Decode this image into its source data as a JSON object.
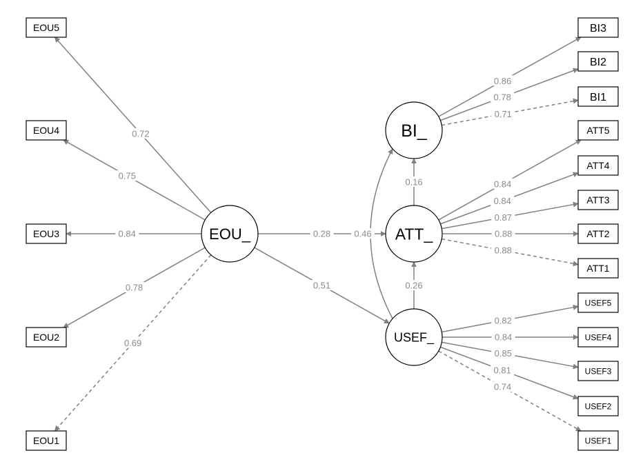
{
  "colors": {
    "edge": "#808080",
    "label": "#8a8a8a",
    "node_stroke": "#000000",
    "background": "#ffffff"
  },
  "latents": [
    {
      "id": "EOU_",
      "label": "EOU_"
    },
    {
      "id": "BI_",
      "label": "BI_"
    },
    {
      "id": "ATT_",
      "label": "ATT_"
    },
    {
      "id": "USEF_",
      "label": "USEF_"
    }
  ],
  "indicators": [
    {
      "id": "EOU5",
      "label": "EOU5"
    },
    {
      "id": "EOU4",
      "label": "EOU4"
    },
    {
      "id": "EOU3",
      "label": "EOU3"
    },
    {
      "id": "EOU2",
      "label": "EOU2"
    },
    {
      "id": "EOU1",
      "label": "EOU1"
    },
    {
      "id": "BI3",
      "label": "BI3"
    },
    {
      "id": "BI2",
      "label": "BI2"
    },
    {
      "id": "BI1",
      "label": "BI1"
    },
    {
      "id": "ATT5",
      "label": "ATT5"
    },
    {
      "id": "ATT4",
      "label": "ATT4"
    },
    {
      "id": "ATT3",
      "label": "ATT3"
    },
    {
      "id": "ATT2",
      "label": "ATT2"
    },
    {
      "id": "ATT1",
      "label": "ATT1"
    },
    {
      "id": "USEF5",
      "label": "USEF5"
    },
    {
      "id": "USEF4",
      "label": "USEF4"
    },
    {
      "id": "USEF3",
      "label": "USEF3"
    },
    {
      "id": "USEF2",
      "label": "USEF2"
    },
    {
      "id": "USEF1",
      "label": "USEF1"
    }
  ],
  "loadings": [
    {
      "from": "EOU_",
      "to": "EOU5",
      "value": "0.72",
      "dashed": false
    },
    {
      "from": "EOU_",
      "to": "EOU4",
      "value": "0.75",
      "dashed": false
    },
    {
      "from": "EOU_",
      "to": "EOU3",
      "value": "0.84",
      "dashed": false
    },
    {
      "from": "EOU_",
      "to": "EOU2",
      "value": "0.78",
      "dashed": false
    },
    {
      "from": "EOU_",
      "to": "EOU1",
      "value": "0.69",
      "dashed": true
    },
    {
      "from": "BI_",
      "to": "BI3",
      "value": "0.86",
      "dashed": false
    },
    {
      "from": "BI_",
      "to": "BI2",
      "value": "0.78",
      "dashed": false
    },
    {
      "from": "BI_",
      "to": "BI1",
      "value": "0.71",
      "dashed": true
    },
    {
      "from": "ATT_",
      "to": "ATT5",
      "value": "0.84",
      "dashed": false
    },
    {
      "from": "ATT_",
      "to": "ATT4",
      "value": "0.84",
      "dashed": false
    },
    {
      "from": "ATT_",
      "to": "ATT3",
      "value": "0.87",
      "dashed": false
    },
    {
      "from": "ATT_",
      "to": "ATT2",
      "value": "0.88",
      "dashed": false
    },
    {
      "from": "ATT_",
      "to": "ATT1",
      "value": "0.88",
      "dashed": true
    },
    {
      "from": "USEF_",
      "to": "USEF5",
      "value": "0.82",
      "dashed": false
    },
    {
      "from": "USEF_",
      "to": "USEF4",
      "value": "0.84",
      "dashed": false
    },
    {
      "from": "USEF_",
      "to": "USEF3",
      "value": "0.85",
      "dashed": false
    },
    {
      "from": "USEF_",
      "to": "USEF2",
      "value": "0.81",
      "dashed": false
    },
    {
      "from": "USEF_",
      "to": "USEF1",
      "value": "0.74",
      "dashed": true
    }
  ],
  "paths": [
    {
      "from": "EOU_",
      "to": "ATT_",
      "value": "0.28"
    },
    {
      "from": "EOU_",
      "to": "USEF_",
      "value": "0.51"
    },
    {
      "from": "ATT_",
      "to": "BI_",
      "value": "0.16"
    },
    {
      "from": "USEF_",
      "to": "ATT_",
      "value": "0.26"
    },
    {
      "from": "USEF_",
      "to": "BI_",
      "value": "0.46"
    }
  ]
}
